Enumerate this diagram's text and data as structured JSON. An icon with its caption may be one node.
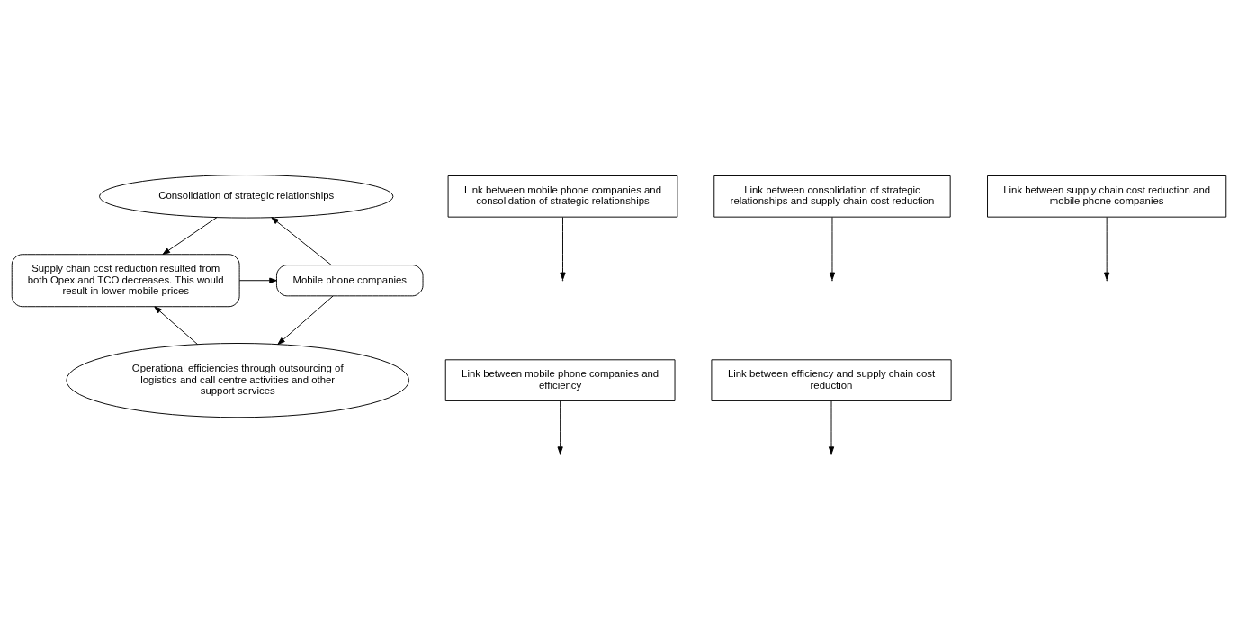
{
  "diagram": {
    "nodes": [
      {
        "text": [
          "Consolidation of strategic relationships"
        ]
      },
      {
        "text": [
          "Link between mobile phone companies and consolidation of strategic relationships"
        ]
      },
      {
        "text": [
          "Link between consolidation of strategic relationships and supply chain cost reduction"
        ]
      },
      {
        "text": [
          "Link between supply chain cost reduction and mobile phone companies"
        ]
      },
      {
        "text": [
          "Mobile phone companies"
        ]
      },
      {
        "text": [
          "Supply chain cost reduction resulted from both Opex and TCO decreases. This would result in lower mobile prices"
        ]
      },
      {
        "text": [
          "Link between mobile phone companies and efficiency"
        ]
      },
      {
        "text": [
          "Operational efficiencies through outsourcing of logistics and call centre activities and other support services"
        ]
      },
      {
        "text": [
          "Link between efficiency and supply chain cost reduction"
        ]
      }
    ],
    "edges": [
      {
        "from": 4,
        "to": 0,
        "arrow": "to"
      },
      {
        "from": 0,
        "to": 5,
        "arrow": "to"
      },
      {
        "from": 5,
        "to": 4,
        "arrow": "to"
      },
      {
        "from": 4,
        "to": 7,
        "arrow": "to"
      },
      {
        "from": 7,
        "to": 5,
        "arrow": "to"
      },
      {
        "from": 1,
        "to": null,
        "arrow": "to"
      },
      {
        "from": 2,
        "to": null,
        "arrow": "to"
      },
      {
        "from": 3,
        "to": null,
        "arrow": "to"
      },
      {
        "from": 6,
        "to": null,
        "arrow": "to"
      },
      {
        "from": 8,
        "to": null,
        "arrow": "to"
      }
    ]
  }
}
